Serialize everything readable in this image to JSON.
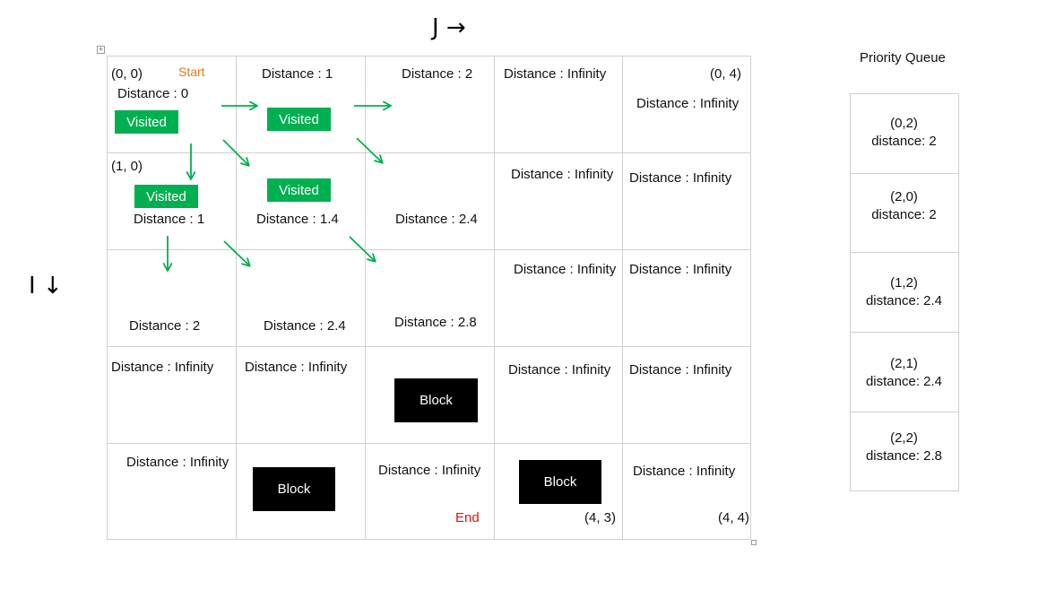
{
  "axis": {
    "j_label": "J →",
    "i_label": "I ↓"
  },
  "grid": {
    "start_label": "Start",
    "end_label": "End",
    "visited_label": "Visited",
    "block_label": "Block",
    "coord_00": "(0, 0)",
    "coord_04": "(0, 4)",
    "coord_10": "(1, 0)",
    "coord_43": "(4, 3)",
    "coord_44": "(4, 4)",
    "d00": "Distance : 0",
    "d01": "Distance : 1",
    "d02": "Distance : 2",
    "d03": "Distance : Infinity",
    "d04": "Distance : Infinity",
    "d10": "Distance : 1",
    "d11": "Distance : 1.4",
    "d12": "Distance : 2.4",
    "d13": "Distance : Infinity",
    "d14": "Distance : Infinity",
    "d20": "Distance : 2",
    "d21": "Distance : 2.4",
    "d22": "Distance : 2.8",
    "d23": "Distance : Infinity",
    "d24": "Distance : Infinity",
    "d30": "Distance : Infinity",
    "d31": "Distance : Infinity",
    "d33": "Distance : Infinity",
    "d34": "Distance : Infinity",
    "d40": "Distance : Infinity",
    "d42": "Distance : Infinity",
    "d44": "Distance : Infinity"
  },
  "priority_queue": {
    "title": "Priority Queue",
    "items": [
      {
        "node": "(0,2)",
        "distance": "distance: 2"
      },
      {
        "node": "(2,0)",
        "distance": "distance: 2"
      },
      {
        "node": "(1,2)",
        "distance": "distance: 2.4"
      },
      {
        "node": "(2,1)",
        "distance": "distance: 2.4"
      },
      {
        "node": "(2,2)",
        "distance": "distance: 2.8"
      }
    ]
  },
  "colors": {
    "visited": "#00b050",
    "arrow": "#00b050",
    "start": "#e07b1a",
    "end": "#e01010",
    "block": "#000000"
  }
}
